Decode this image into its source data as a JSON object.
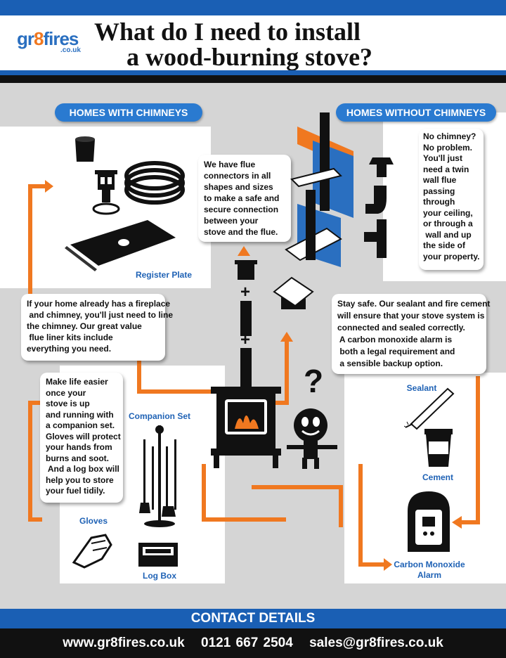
{
  "header": {
    "logo_main_a": "gr",
    "logo_main_b": "8",
    "logo_main_c": "fires",
    "logo_sub": ".co.uk",
    "title_line1": "What do I need to install",
    "title_line2": "a wood-burning stove?"
  },
  "sections": {
    "with_chimneys": "HOMES WITH CHIMNEYS",
    "without_chimneys": "HOMES WITHOUT CHIMNEYS"
  },
  "boxes": {
    "flue_connectors": [
      "We have flue",
      "connectors in all",
      "shapes and sizes",
      "to make a safe and",
      "secure connection",
      "between your",
      "stove and the flue."
    ],
    "no_chimney": [
      "No chimney?",
      "No problem.",
      "You'll just",
      "need a twin",
      "wall flue",
      "passing",
      "through",
      "your ceiling,",
      "or through a",
      " wall and up",
      "the side of",
      "your property."
    ],
    "fireplace": [
      "If your home already has a fireplace",
      " and chimney, you'll just need to line",
      "the chimney. Our great value",
      " flue liner kits include",
      "everything you need."
    ],
    "sealant": [
      "Stay safe. Our sealant and fire cement",
      "will ensure that your stove system is",
      "connected and sealed correctly.",
      " A carbon monoxide alarm is",
      " both a legal requirement and",
      " a sensible backup option."
    ],
    "companion": [
      "Make life easier",
      "once your",
      "stove is up",
      "and running with",
      "a companion set.",
      "Gloves will protect",
      "your hands from",
      "burns and soot.",
      " And a log box will",
      "help you to store",
      "your fuel tidily."
    ]
  },
  "labels": {
    "register_plate": "Register Plate",
    "companion_set": "Companion Set",
    "gloves": "Gloves",
    "log_box": "Log Box",
    "sealant": "Sealant",
    "cement": "Cement",
    "co_alarm_1": "Carbon Monoxide",
    "co_alarm_2": "Alarm"
  },
  "symbols": {
    "plus": "+",
    "question": "?"
  },
  "footer": {
    "contact_title": "CONTACT DETAILS",
    "website": "www.gr8fires.co.uk",
    "phone": "0121 667 2504",
    "email": "sales@gr8fires.co.uk"
  },
  "colors": {
    "brand_blue": "#1a5fb4",
    "accent_orange": "#f07820",
    "background_grey": "#d5d5d5"
  },
  "icons": [
    "chimney-pot-icon",
    "cowl-icon",
    "flue-liner-coil-icon",
    "register-plate-icon",
    "flue-pipe-icon",
    "stove-icon",
    "twin-wall-flue-icon",
    "flue-bend-icon",
    "flue-tee-icon",
    "rain-cap-icon",
    "sealant-gun-icon",
    "cement-tub-icon",
    "co-alarm-icon",
    "companion-set-icon",
    "gloves-icon",
    "log-box-icon",
    "cartoon-figure-icon"
  ]
}
